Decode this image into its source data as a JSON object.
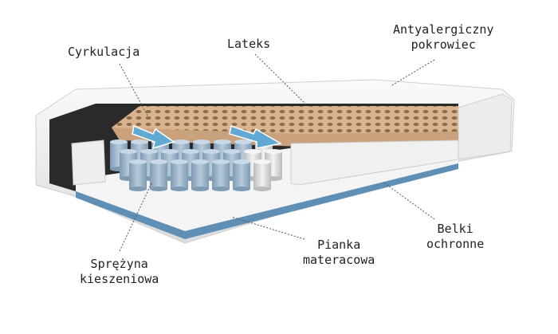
{
  "labels": {
    "circulation": "Cyrkulacja",
    "latex": "Lateks",
    "cover_line1": "Antyalergiczny",
    "cover_line2": "pokrowiec",
    "beams_line1": "Belki",
    "beams_line2": "ochronne",
    "foam_line1": "Pianka",
    "foam_line2": "materacowa",
    "spring_line1": "Sprężyna",
    "spring_line2": "kieszeniowa"
  },
  "colors": {
    "latex": "#d9b48e",
    "spring": "#9fb7cc",
    "arrow": "#5fa9d3",
    "base_edge": "#5f8fb5"
  }
}
